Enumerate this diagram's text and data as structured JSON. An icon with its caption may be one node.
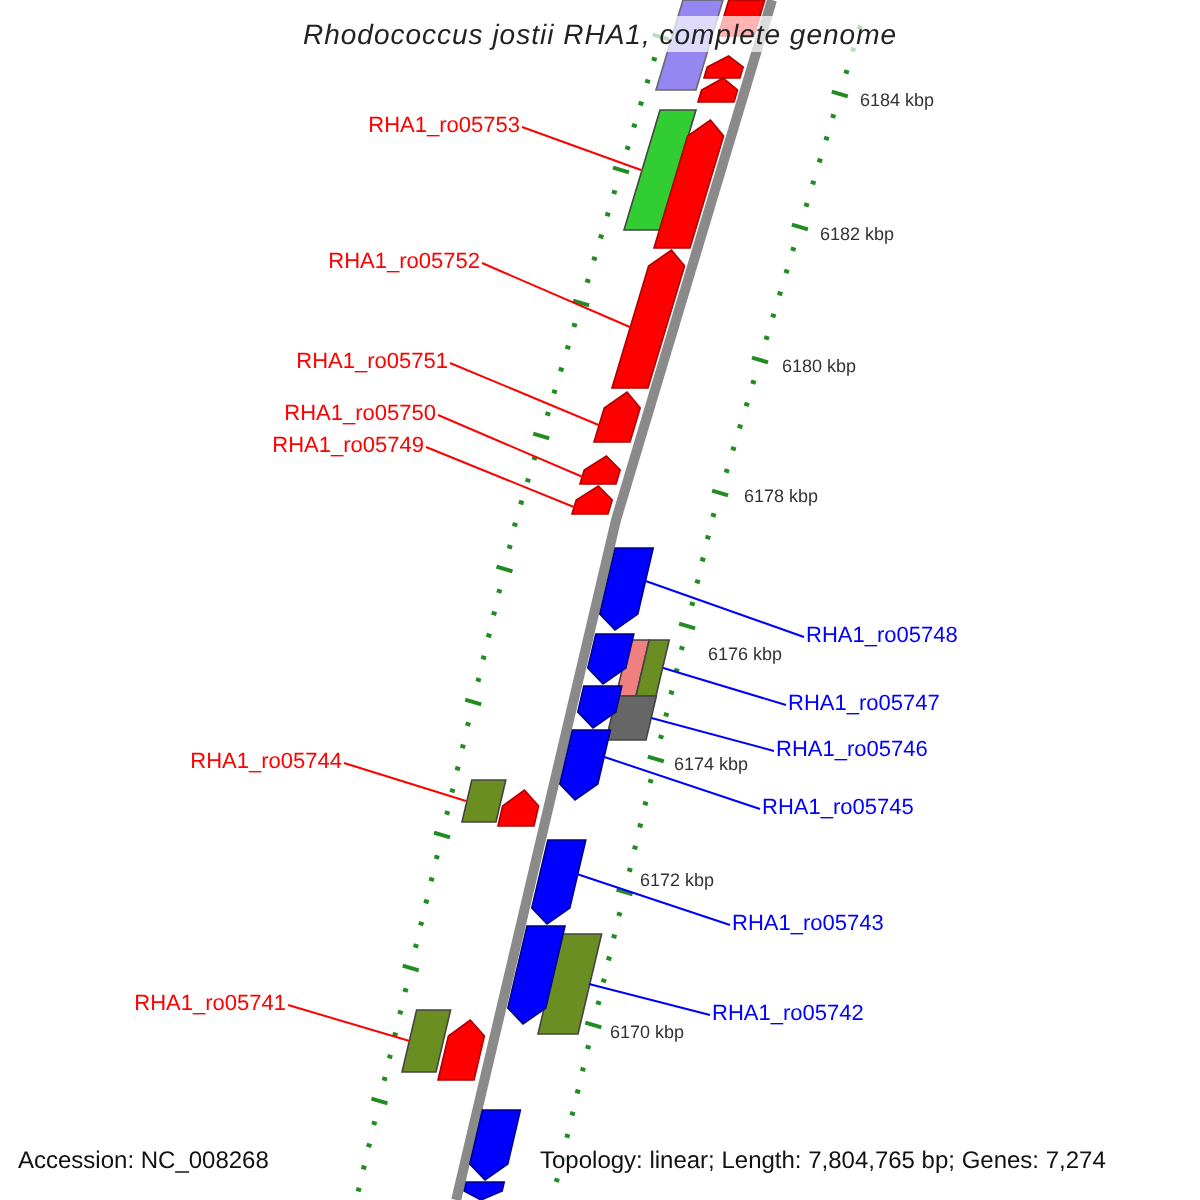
{
  "diagram": {
    "title": "Rhodococcus jostii RHA1, complete genome",
    "nodes": [
      {
        "text": [
          "RHA1_ro05753"
        ]
      },
      {
        "text": [],
        "shape": "box"
      },
      {
        "text": [
          "RHA1_ro05752"
        ]
      },
      {
        "text": [],
        "shape": "arrow"
      },
      {
        "text": [
          "RHA1_ro05751"
        ]
      },
      {
        "text": [],
        "shape": "arrow"
      },
      {
        "text": [
          "RHA1_ro05750"
        ]
      },
      {
        "text": [],
        "shape": "arrow"
      },
      {
        "text": [
          "RHA1_ro05749"
        ]
      },
      {
        "text": [],
        "shape": "arrow"
      },
      {
        "text": [
          "RHA1_ro05748"
        ]
      },
      {
        "text": [],
        "shape": "arrow"
      },
      {
        "text": [
          "RHA1_ro05747"
        ]
      },
      {
        "text": [],
        "shape": "box"
      },
      {
        "text": [
          "RHA1_ro05746"
        ]
      },
      {
        "text": [],
        "shape": "box"
      },
      {
        "text": [
          "RHA1_ro05745"
        ]
      },
      {
        "text": [],
        "shape": "arrow"
      },
      {
        "text": [
          "RHA1_ro05744"
        ]
      },
      {
        "text": [],
        "shape": "box"
      },
      {
        "text": [
          "RHA1_ro05743"
        ]
      },
      {
        "text": [],
        "shape": "arrow"
      },
      {
        "text": [
          "RHA1_ro05742"
        ]
      },
      {
        "text": [],
        "shape": "box"
      },
      {
        "text": [
          "RHA1_ro05741"
        ]
      },
      {
        "text": [],
        "shape": "box"
      },
      {
        "text": [],
        "shape": "box"
      },
      {
        "text": [],
        "shape": "box"
      },
      {
        "text": [],
        "shape": "arrow"
      },
      {
        "text": [],
        "shape": "arrow"
      },
      {
        "text": [],
        "shape": "arrow"
      },
      {
        "text": [],
        "shape": "arrow"
      },
      {
        "text": [],
        "shape": "arrow"
      },
      {
        "text": [],
        "shape": "arrow"
      },
      {
        "text": [],
        "shape": "arrow"
      },
      {
        "text": [],
        "shape": "arrow"
      },
      {
        "text": [],
        "shape": "arrow"
      },
      {
        "text": [],
        "shape": "arrow"
      }
    ],
    "edges": [
      {
        "from": 0,
        "to": 1,
        "arrow": "none"
      },
      {
        "from": 2,
        "to": 3,
        "arrow": "none"
      },
      {
        "from": 4,
        "to": 5,
        "arrow": "none"
      },
      {
        "from": 6,
        "to": 7,
        "arrow": "none"
      },
      {
        "from": 8,
        "to": 9,
        "arrow": "none"
      },
      {
        "from": 10,
        "to": 11,
        "arrow": "none",
        "color": "#0000ff"
      },
      {
        "from": 12,
        "to": 13,
        "arrow": "none",
        "color": "#0000ff"
      },
      {
        "from": 14,
        "to": 15,
        "arrow": "none",
        "color": "#0000ff"
      },
      {
        "from": 16,
        "to": 17,
        "arrow": "none",
        "color": "#0000ff"
      },
      {
        "from": 18,
        "to": 19,
        "arrow": "none"
      },
      {
        "from": 20,
        "to": 21,
        "arrow": "none",
        "color": "#0000ff"
      },
      {
        "from": 22,
        "to": 23,
        "arrow": "none",
        "color": "#0000ff"
      },
      {
        "from": 24,
        "to": 25,
        "arrow": "none"
      }
    ],
    "labels": [
      "6184 kbp",
      "6182 kbp",
      "6180 kbp",
      "6178 kbp",
      "6176 kbp",
      "6174 kbp",
      "6172 kbp",
      "6170 kbp",
      "Accession: NC_008268",
      "Topology: linear; Length: 7,804,765 bp; Genes: 7,274"
    ]
  }
}
